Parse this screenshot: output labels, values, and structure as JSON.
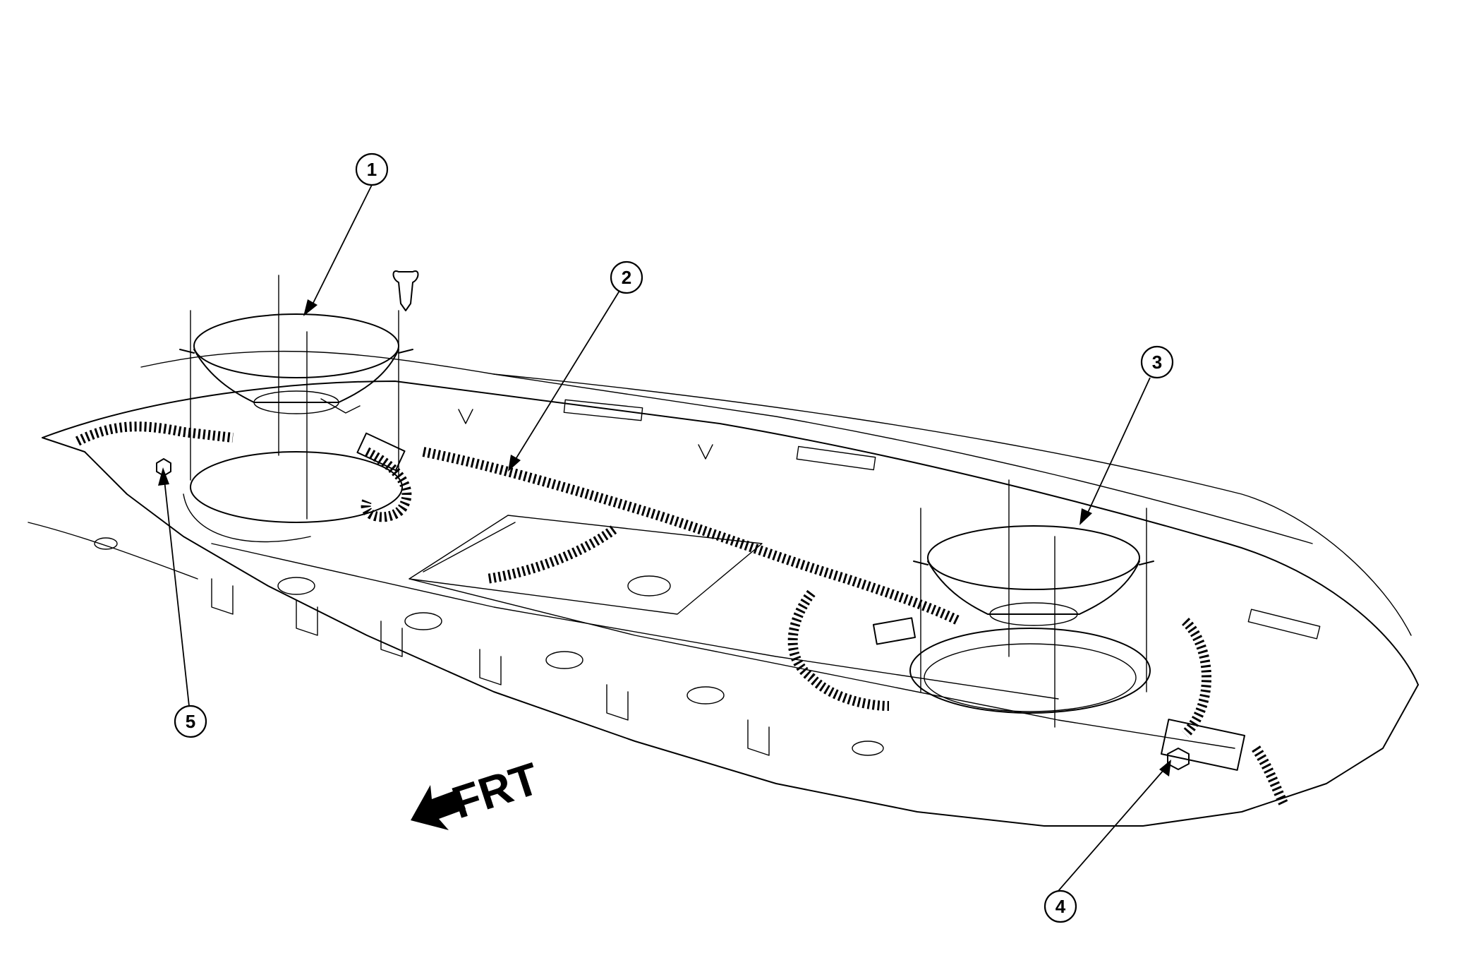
{
  "callouts": [
    {
      "id": "1",
      "label": "1"
    },
    {
      "id": "2",
      "label": "2"
    },
    {
      "id": "3",
      "label": "3"
    },
    {
      "id": "4",
      "label": "4"
    },
    {
      "id": "5",
      "label": "5"
    }
  ],
  "direction_label": "FRT",
  "colors": {
    "line": "#000000",
    "background": "#ffffff"
  }
}
